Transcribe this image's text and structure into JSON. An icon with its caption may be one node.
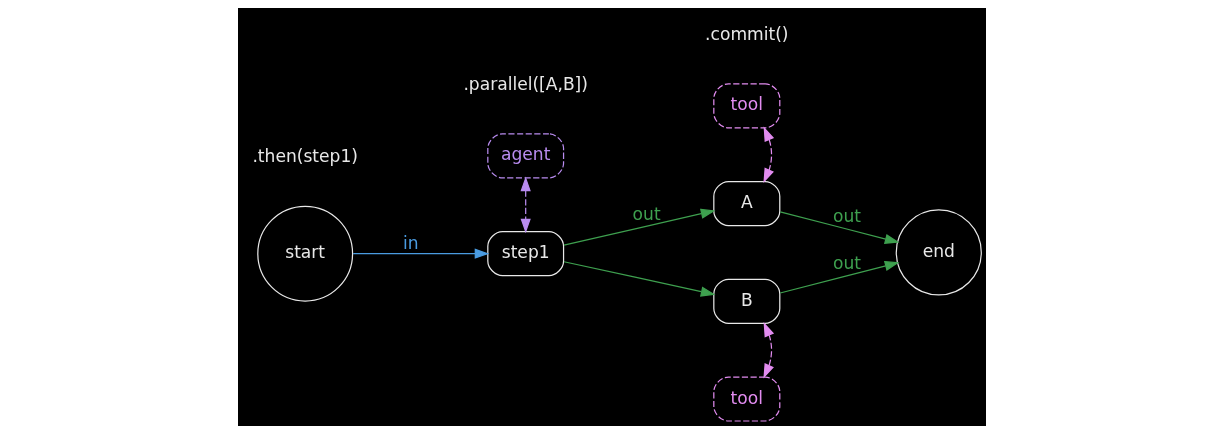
{
  "diagram": {
    "nodes": [
      {
        "text": [
          "start"
        ]
      },
      {
        "text": [
          "step1"
        ]
      },
      {
        "text": [
          "agent"
        ]
      },
      {
        "text": [
          "tool"
        ]
      },
      {
        "text": [
          "A"
        ]
      },
      {
        "text": [
          "B"
        ]
      },
      {
        "text": [
          "tool"
        ]
      },
      {
        "text": [
          "end"
        ]
      }
    ],
    "edges": [
      {
        "from": 0,
        "to": 1,
        "arrow": "to",
        "label": "in",
        "color": "#4a9be0"
      },
      {
        "from": 1,
        "to": 4,
        "arrow": "to",
        "label": "out"
      },
      {
        "from": 1,
        "to": 5,
        "arrow": "to"
      },
      {
        "from": 2,
        "to": 1,
        "arrow": "both",
        "style": "dashed",
        "color": "#b98cf0"
      },
      {
        "from": 3,
        "to": 4,
        "arrow": "both",
        "style": "dashed",
        "color": "#e28cf0"
      },
      {
        "from": 4,
        "to": 7,
        "arrow": "to",
        "label": "out"
      },
      {
        "from": 5,
        "to": 7,
        "arrow": "to",
        "label": "out"
      },
      {
        "from": 6,
        "to": 5,
        "arrow": "both",
        "style": "dashed",
        "color": "#e28cf0"
      }
    ],
    "labels": [
      ".then(step1)",
      ".parallel([A,B])",
      ".commit()"
    ]
  }
}
